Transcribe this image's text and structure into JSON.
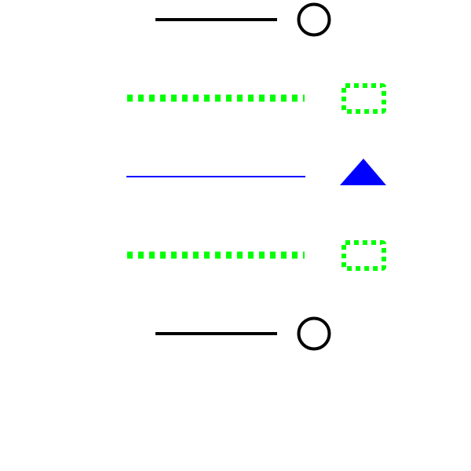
{
  "colors": {
    "background": "#ffffff",
    "black": "#000000",
    "green": "#00ff00",
    "blue": "#0000ff"
  },
  "rows": [
    {
      "line": {
        "style": "solid",
        "color": "#000000"
      },
      "marker": {
        "shape": "circle",
        "icon": "circle-icon",
        "color": "#000000"
      }
    },
    {
      "line": {
        "style": "dotted",
        "color": "#00ff00"
      },
      "marker": {
        "shape": "square-dashed",
        "icon": "dashed-square-icon",
        "color": "#00ff00"
      }
    },
    {
      "line": {
        "style": "solid-thin",
        "color": "#0000ff"
      },
      "marker": {
        "shape": "triangle",
        "icon": "triangle-icon",
        "color": "#0000ff"
      }
    },
    {
      "line": {
        "style": "dotted",
        "color": "#00ff00"
      },
      "marker": {
        "shape": "square-dashed",
        "icon": "dashed-square-icon",
        "color": "#00ff00"
      }
    },
    {
      "line": {
        "style": "solid",
        "color": "#000000"
      },
      "marker": {
        "shape": "circle",
        "icon": "circle-icon",
        "color": "#000000"
      }
    }
  ]
}
